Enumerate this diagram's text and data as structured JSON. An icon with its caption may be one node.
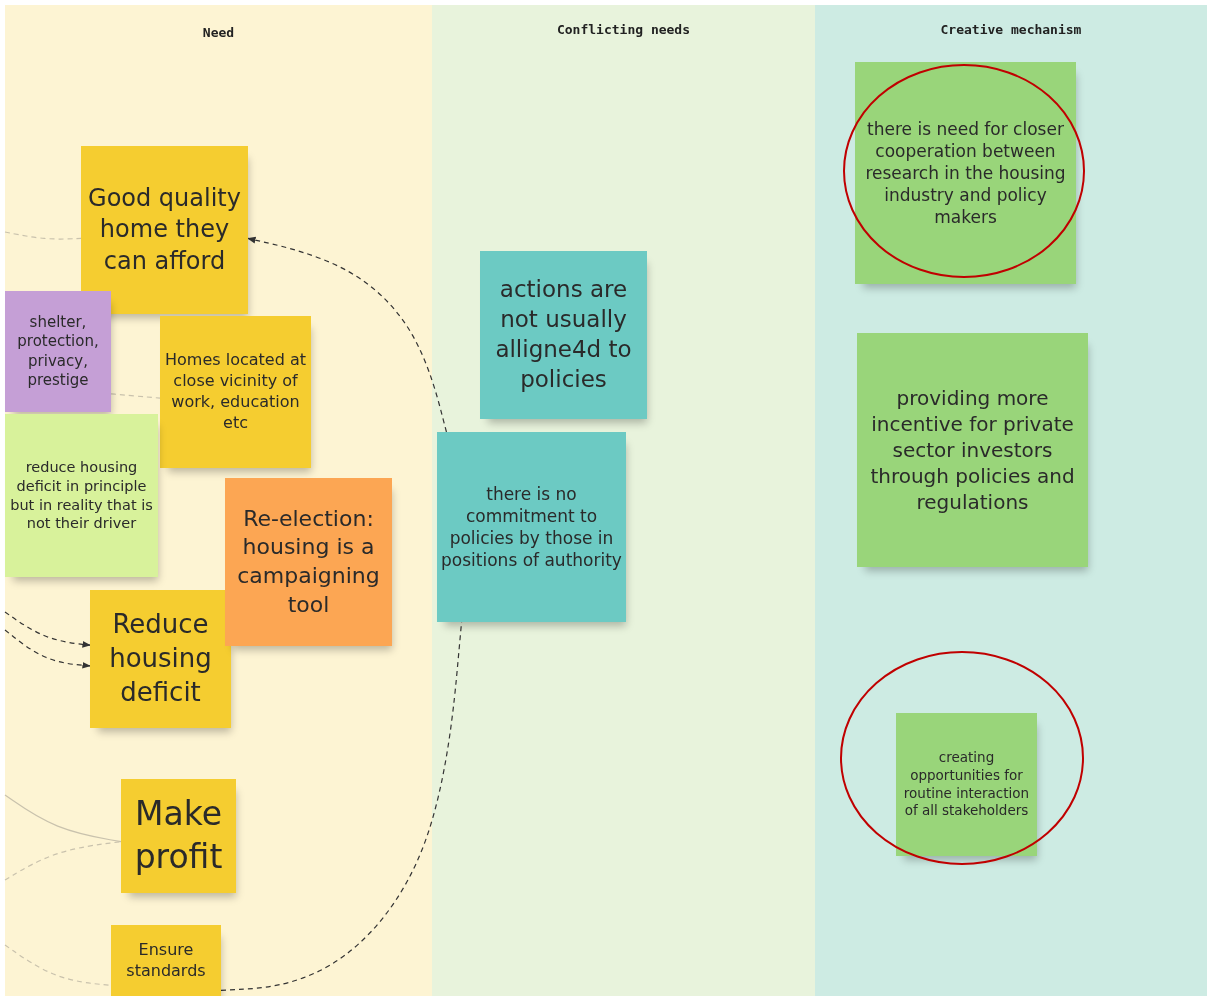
{
  "diagram": {
    "nodes": [
      {
        "text": [
          "Need"
        ]
      },
      {
        "text": [
          "Good quality home they can afford"
        ],
        "in": 0
      },
      {
        "text": [
          "shelter, protection, privacy, prestige"
        ],
        "in": 0
      },
      {
        "text": [
          "Homes located at close vicinity of work, education etc"
        ],
        "in": 0
      },
      {
        "text": [
          "reduce housing deficit in principle but in reality that is not their driver"
        ],
        "in": 0
      },
      {
        "text": [
          "Reduce housing deficit"
        ],
        "in": 0
      },
      {
        "text": [
          "Re-election: housing is a campaigning tool"
        ],
        "in": 0
      },
      {
        "text": [
          "Make profit"
        ],
        "in": 0
      },
      {
        "text": [
          "Ensure standards"
        ],
        "in": 0
      },
      {
        "text": [
          "Conflicting needs"
        ]
      },
      {
        "text": [
          "actions are not usually alligne4d to policies"
        ],
        "in": 9
      },
      {
        "text": [
          "there is no commitment to policies by those in positions of authority"
        ],
        "in": 9
      },
      {
        "text": [
          "Creative mechanism"
        ]
      },
      {
        "text": [
          "there is need for closer cooperation between research in the housing industry and policy makers"
        ],
        "in": 12
      },
      {
        "text": [
          "providing more incentive for private sector investors through policies  and regulations"
        ],
        "in": 12
      },
      {
        "text": [
          "creating opportunities for routine interaction of all stakeholders"
        ],
        "in": 12
      }
    ],
    "edges": [
      {
        "from": 11,
        "to": 1,
        "arrow": "to",
        "style": "dashed",
        "color": "#333333"
      },
      {
        "from": 8,
        "to": 11,
        "arrow": "none",
        "style": "dashed",
        "color": "#333333"
      },
      {
        "from": null,
        "to": 1,
        "arrow": "none",
        "style": "dashed",
        "color": "#c9c2ad"
      },
      {
        "from": 2,
        "to": 3,
        "arrow": "none",
        "style": "dashed",
        "color": "#c9c2ad"
      },
      {
        "from": null,
        "to": 5,
        "arrow": "to",
        "style": "dashed",
        "color": "#333333"
      },
      {
        "from": null,
        "to": 5,
        "arrow": "to",
        "style": "dashed",
        "color": "#333333"
      },
      {
        "from": null,
        "to": 7,
        "arrow": "none",
        "color": "#c9c2ad"
      },
      {
        "from": null,
        "to": 7,
        "arrow": "none",
        "style": "dashed",
        "color": "#c9c2ad"
      },
      {
        "from": null,
        "to": 8,
        "arrow": "none",
        "style": "dashed",
        "color": "#c9c2ad"
      }
    ]
  }
}
